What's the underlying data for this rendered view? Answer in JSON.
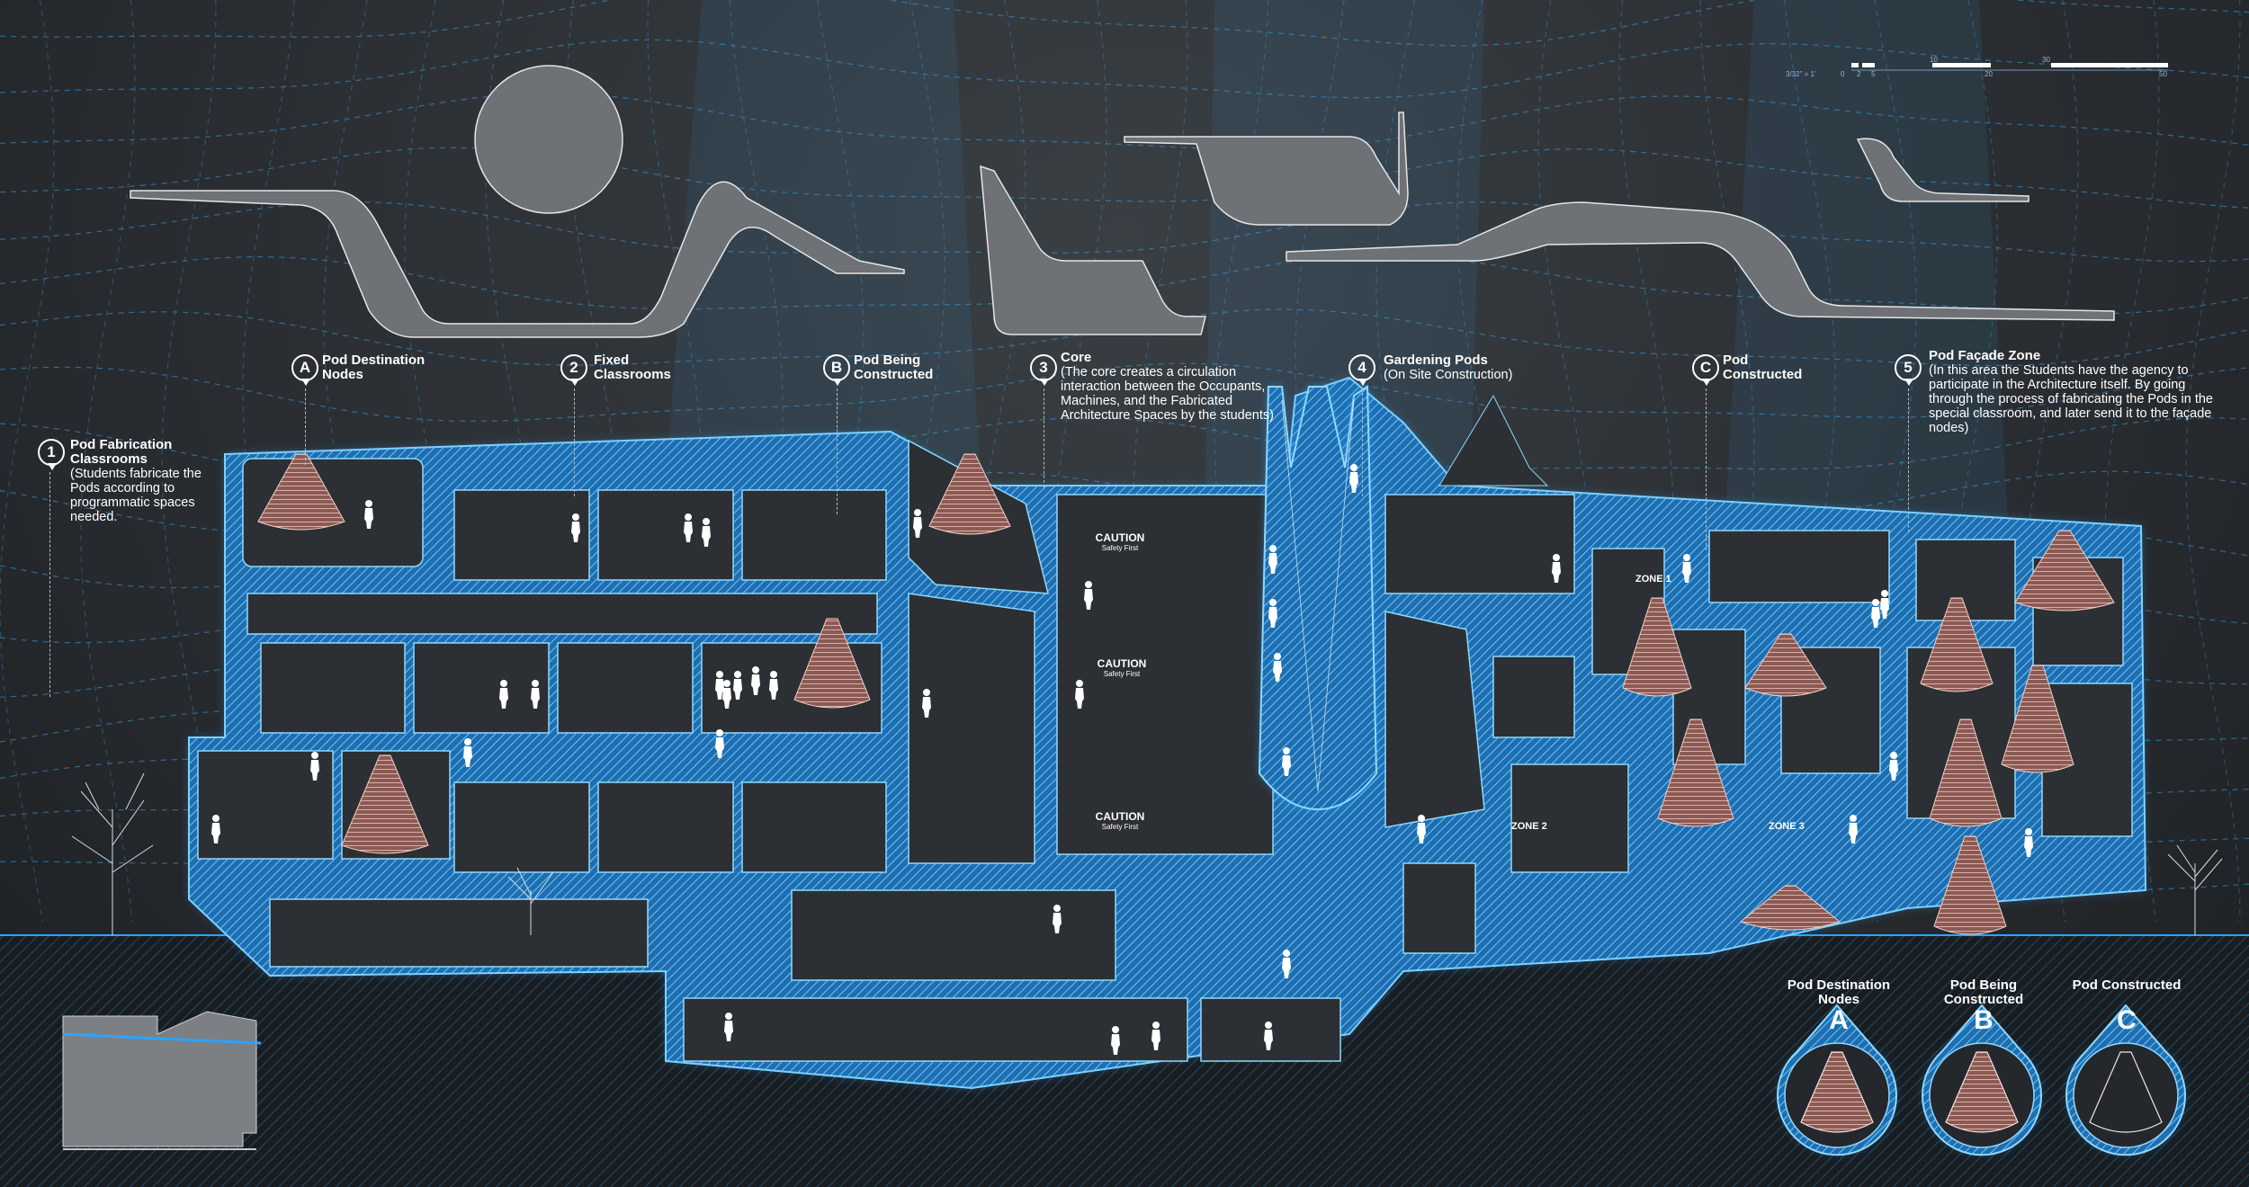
{
  "colors": {
    "background": "#2a2e32",
    "accent": "#2ea3ff",
    "pod": "#e0a89f",
    "shape": "#6e7175"
  },
  "scale": {
    "ticks": [
      "3/32\" = 1'",
      "0",
      "2",
      "5",
      "10",
      "20",
      "30",
      "50"
    ]
  },
  "labels": [
    {
      "marker": "1",
      "title": "Pod Fabrication Classrooms",
      "desc": "(Students fabricate the Pods according to programmatic spaces needed."
    },
    {
      "marker": "A",
      "title": "Pod Destination Nodes",
      "desc": ""
    },
    {
      "marker": "2",
      "title": "Fixed Classrooms",
      "desc": ""
    },
    {
      "marker": "B",
      "title": "Pod Being Constructed",
      "desc": ""
    },
    {
      "marker": "3",
      "title": "Core",
      "desc": "(The core creates a circulation interaction between the Occupants, Machines, and the Fabricated Architecture Spaces by the students)"
    },
    {
      "marker": "4",
      "title": "Gardening Pods",
      "desc": "(On Site Construction)"
    },
    {
      "marker": "C",
      "title": "Pod Constructed",
      "desc": ""
    },
    {
      "marker": "5",
      "title": "Pod Façade Zone",
      "desc": "(In this area the Students have the agency to participate in the Architecture itself. By going through the process of fabricating the Pods in the special classroom, and later send it to the façade nodes)"
    }
  ],
  "caution": {
    "title": "CAUTION",
    "sub": "Safety First"
  },
  "zones": [
    "ZONE 1",
    "ZONE 2",
    "ZONE 3"
  ],
  "legend": [
    {
      "letter": "A",
      "title": "Pod Destination Nodes"
    },
    {
      "letter": "B",
      "title": "Pod Being Constructed"
    },
    {
      "letter": "C",
      "title": "Pod Constructed"
    }
  ]
}
